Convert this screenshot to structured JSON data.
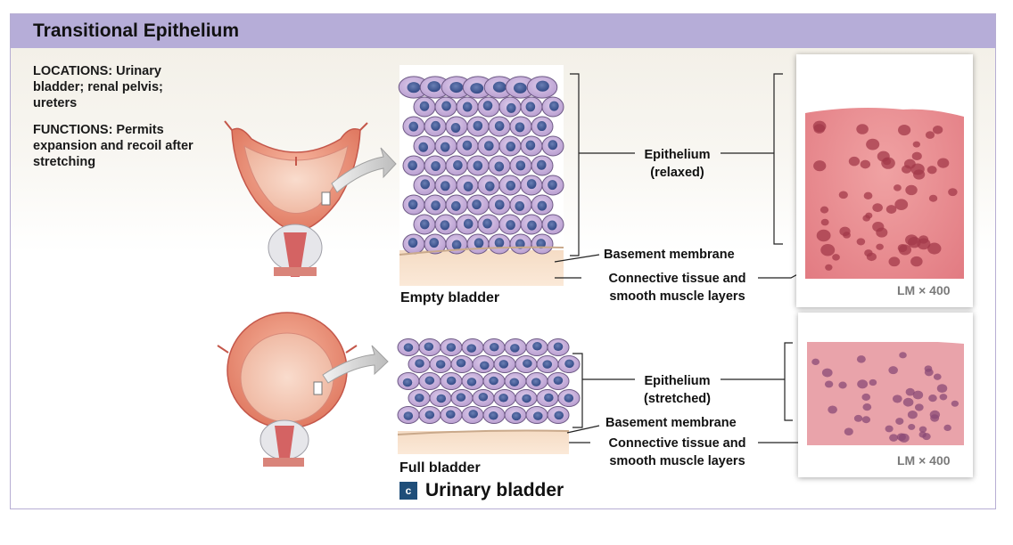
{
  "title": "Transitional Epithelium",
  "locations": "LOCATIONS: Urinary bladder; renal pelvis; ureters",
  "functions": "FUNCTIONS: Permits expansion and recoil after stretching",
  "top": {
    "epithelium_line1": "Epithelium",
    "epithelium_line2": "(relaxed)",
    "basement": "Basement membrane",
    "connective_line1": "Connective tissue and",
    "connective_line2": "smooth muscle layers",
    "caption": "Empty bladder",
    "magnification": "LM × 400"
  },
  "bottom": {
    "epithelium_line1": "Epithelium",
    "epithelium_line2": "(stretched)",
    "basement": "Basement membrane",
    "connective_line1": "Connective tissue and",
    "connective_line2": "smooth muscle layers",
    "caption": "Full bladder",
    "magnification": "LM × 400"
  },
  "panel_letter": "c",
  "panel_title": "Urinary bladder"
}
